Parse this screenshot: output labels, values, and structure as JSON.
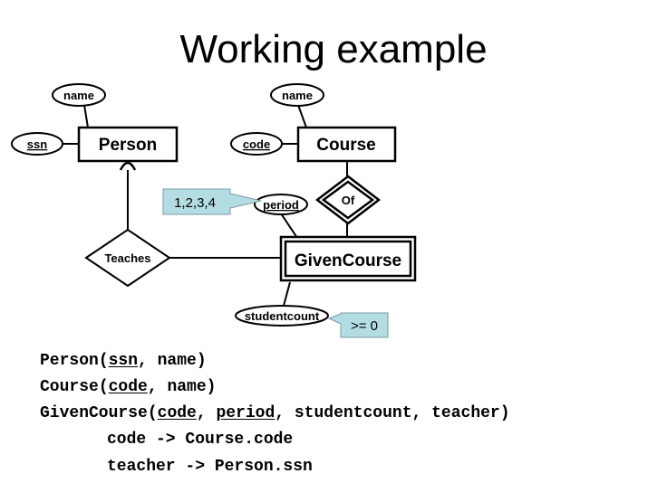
{
  "title": "Working example",
  "diagram": {
    "entities": {
      "person": "Person",
      "course": "Course",
      "given_course": "GivenCourse"
    },
    "attributes": {
      "person_name": "name",
      "person_ssn": "ssn",
      "course_name": "name",
      "course_code": "code",
      "period": "period",
      "studentcount": "studentcount"
    },
    "relationships": {
      "teaches": "Teaches",
      "of": "Of"
    },
    "notes": {
      "period_values": "1,2,3,4",
      "studentcount_constraint": ">= 0"
    },
    "colors": {
      "note_fill": "#b4dde3",
      "stroke": "#000000"
    }
  },
  "schema": {
    "person": {
      "name": "Person",
      "open": "(",
      "key": "ssn",
      "rest": ", name)"
    },
    "course": {
      "name": "Course",
      "open": "(",
      "key": "code",
      "rest": ", name)"
    },
    "given_course": {
      "name": "GivenCourse",
      "open": "(",
      "key1": "code",
      "sep": ", ",
      "key2": "period",
      "rest": ", studentcount, teacher)"
    },
    "references": [
      "code -> Course.code",
      "teacher -> Person.ssn"
    ]
  }
}
